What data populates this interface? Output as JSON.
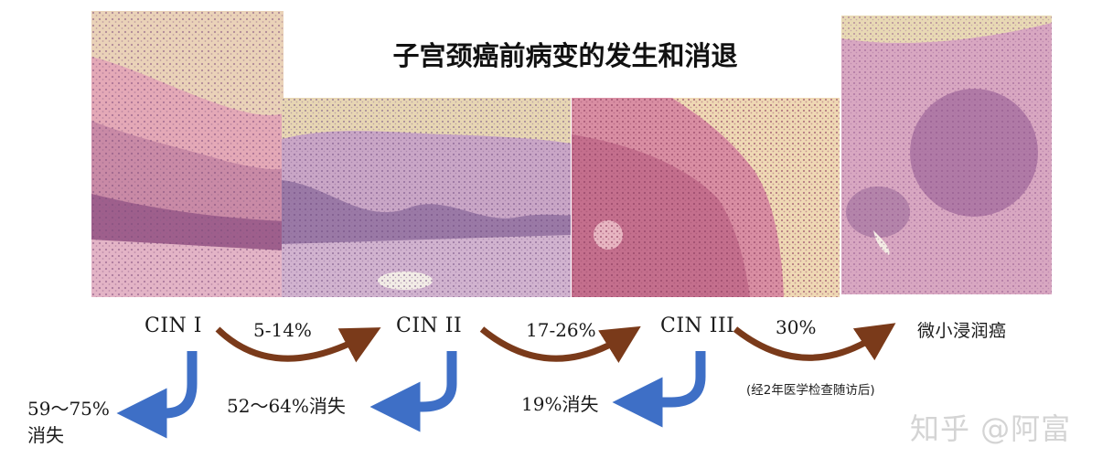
{
  "title": "子宫颈癌前病变的发生和消退",
  "stages": [
    "CIN I",
    "CIN II",
    "CIN III",
    "微小浸润癌"
  ],
  "progression": [
    "5-14%",
    "17-26%",
    "30%"
  ],
  "regression": {
    "cin1_line1": "59～75%",
    "cin1_line2": "消失",
    "cin2": "52～64%消失",
    "cin3": "19%消失"
  },
  "note": "(经2年医学检查随访后)",
  "watermark": "知乎 @阿富",
  "colors": {
    "progression_arrow": "#7a3a1a",
    "regression_arrow": "#3e6fc6",
    "tissue_pink": "#e8b4bc",
    "tissue_purple": "#9a5f8e",
    "tissue_tan": "#e9d3b0"
  }
}
